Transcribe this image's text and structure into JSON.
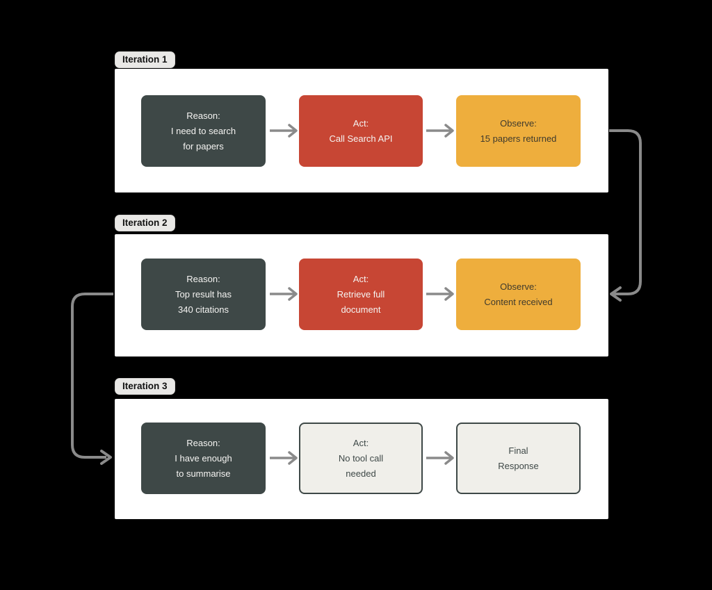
{
  "colors": {
    "background": "#000000",
    "panel": "#ffffff",
    "reason_fill": "#3E4847",
    "act_fill": "#C74634",
    "observe_fill": "#EEAE3D",
    "final_fill": "#F0EFEA",
    "outline": "#3E4847",
    "arrow": "#8A8A8A",
    "pill_bg": "#E9E8E6",
    "pill_border": "#D8D7D5",
    "pill_text": "#111111",
    "text_light": "#F5F4F2",
    "text_dark": "#3E4847",
    "text_amber": "#3F3A2D"
  },
  "iterations": [
    {
      "label": "Iteration 1",
      "boxes": [
        {
          "name": "reason",
          "text": "Reason:\nI need to search\nfor papers"
        },
        {
          "name": "act",
          "text": "Act:\nCall Search API"
        },
        {
          "name": "observe",
          "text": "Observe:\n15 papers returned"
        }
      ]
    },
    {
      "label": "Iteration 2",
      "boxes": [
        {
          "name": "reason",
          "text": "Reason:\nTop result has\n340 citations"
        },
        {
          "name": "act",
          "text": "Act:\nRetrieve full\ndocument"
        },
        {
          "name": "observe",
          "text": "Observe:\nContent received"
        }
      ]
    },
    {
      "label": "Iteration 3",
      "boxes": [
        {
          "name": "reason",
          "text": "Reason:\nI have enough\nto summarise"
        },
        {
          "name": "act",
          "text": "Act:\nNo tool call\nneeded"
        },
        {
          "name": "final",
          "text": "Final\nResponse"
        }
      ]
    }
  ]
}
